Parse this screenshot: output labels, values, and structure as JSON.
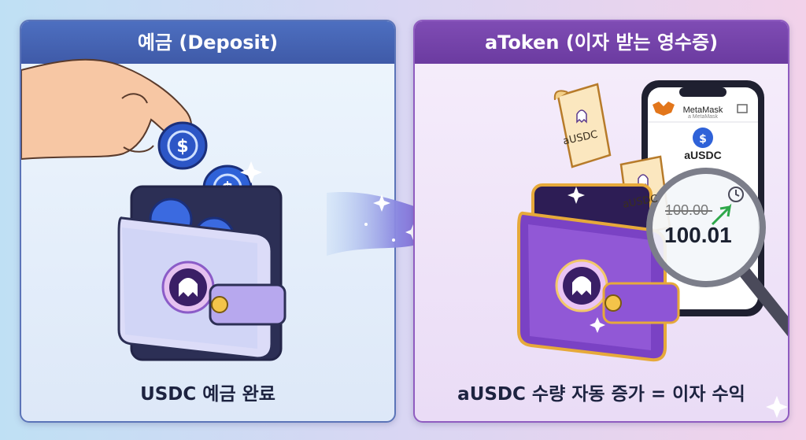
{
  "left": {
    "header": "예금 (Deposit)",
    "caption": "USDC 예금 완료"
  },
  "right": {
    "header": "aToken (이자 받는 영수증)",
    "caption": "aUSDC 수량 자동 증가 = 이자 수익",
    "token_label": "aUSDC",
    "phone": {
      "app_name": "MetaMask",
      "app_sub": "a MetaMask",
      "token": "aUSDC"
    },
    "balance_old": "100.00",
    "balance_new": "100.01"
  },
  "colors": {
    "left_header": "#4666b8",
    "right_header": "#7643ac",
    "coin_blue": "#2f62d8",
    "wallet_light": "#d6d9f7",
    "wallet_purple": "#7a42c4",
    "gold": "#e6a93a",
    "increase_green": "#2ea84a"
  }
}
